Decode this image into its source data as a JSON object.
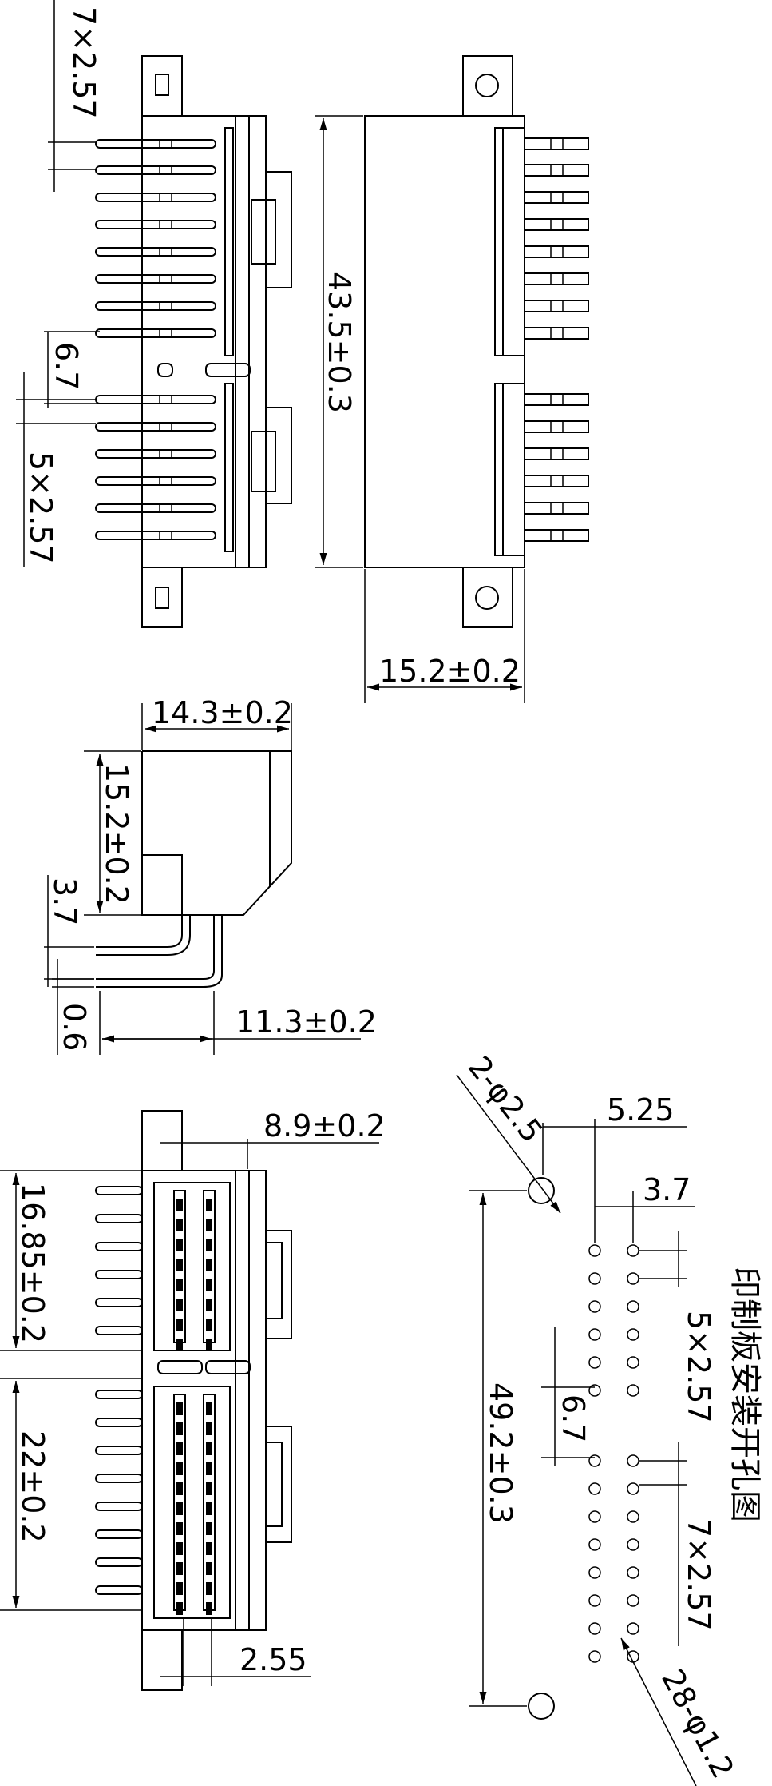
{
  "dimensions": {
    "top_pitch_7": "7×2.57",
    "top_gap": "6.7",
    "top_pitch_5": "5×2.57",
    "height_43_5": "43.5±0.3",
    "depth_15_2": "15.2±0.2",
    "side_width": "14.3±0.2",
    "side_height": "15.2±0.2",
    "side_3_7": "3.7",
    "side_0_6": "0.6",
    "side_11_3": "11.3±0.2",
    "bot_8_9": "8.9±0.2",
    "bot_16_85": "16.85±0.2",
    "bot_22": "22±0.2",
    "bot_2_55": "2.55",
    "pcb_2_phi": "2-φ2.5",
    "pcb_5_25": "5.25",
    "pcb_3_7": "3.7",
    "pcb_5x": "5×2.57",
    "pcb_6_7": "6.7",
    "pcb_49_2": "49.2±0.3",
    "pcb_7x": "7×2.57",
    "pcb_28_phi": "28-φ1.2"
  },
  "caption": "印制板安装开孔图"
}
